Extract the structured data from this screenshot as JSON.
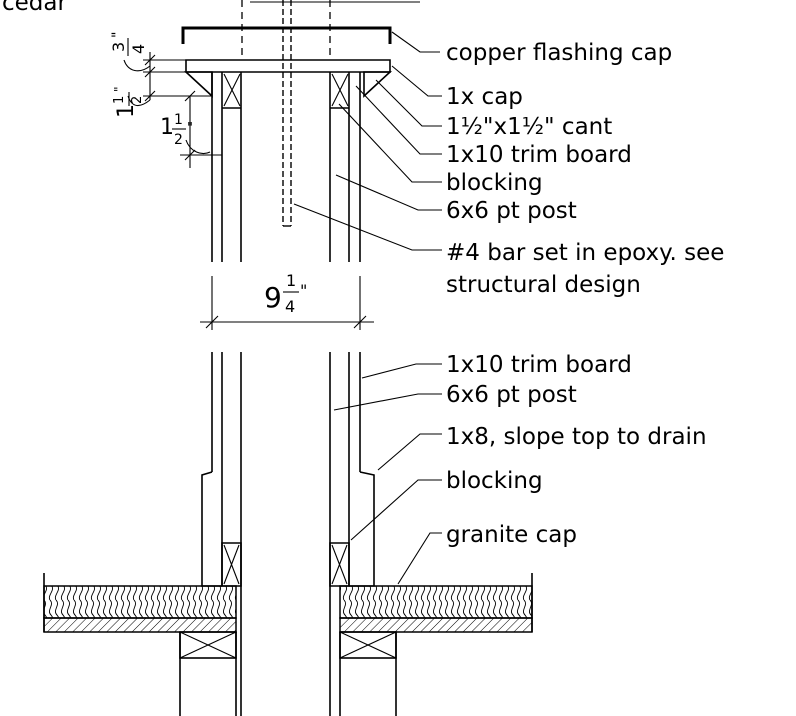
{
  "top_label": "cedar",
  "callouts": [
    {
      "id": "copper-flashing-cap",
      "text": "copper flashing cap"
    },
    {
      "id": "1x-cap",
      "text": "1x cap"
    },
    {
      "id": "cant",
      "text": "1½\"x1½\" cant"
    },
    {
      "id": "trim-board-top",
      "text": "1x10 trim board"
    },
    {
      "id": "blocking-top",
      "text": "blocking"
    },
    {
      "id": "pt-post-top",
      "text": "6x6 pt post"
    },
    {
      "id": "bar-line1",
      "text": "#4 bar set in epoxy.  see"
    },
    {
      "id": "bar-line2",
      "text": "structural design"
    },
    {
      "id": "trim-board-bottom",
      "text": "1x10 trim board"
    },
    {
      "id": "pt-post-bottom",
      "text": "6x6 pt post"
    },
    {
      "id": "slope-top",
      "text": "1x8, slope top to drain"
    },
    {
      "id": "blocking-bottom",
      "text": "blocking"
    },
    {
      "id": "granite-cap",
      "text": "granite cap"
    }
  ],
  "dimensions": {
    "cap_thickness": {
      "whole": "",
      "num": "3",
      "den": "4",
      "unit": "\""
    },
    "cant_dim": {
      "whole": "1",
      "num": "1",
      "den": "2",
      "unit": "\""
    },
    "trim_dim": {
      "whole": "1",
      "num": "1",
      "den": "2",
      "unit": "\""
    },
    "width": {
      "whole": "9",
      "num": "1",
      "den": "4",
      "unit": "\""
    }
  }
}
